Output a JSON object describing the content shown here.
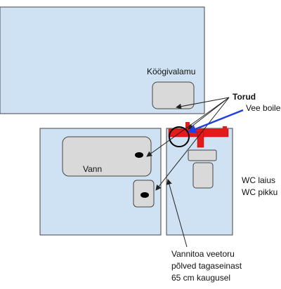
{
  "labels": {
    "kitchen_sink": "Köögivalamu",
    "pipes": "Torud",
    "water_boiler": "Vee boile",
    "bathtub": "Vann",
    "wc_width": "WC laius",
    "wc_length": "WC pikku",
    "note_line1": "Vannitoa veetoru",
    "note_line2": "põlved tagaseinast",
    "note_line3": "65 cm kaugusel"
  },
  "colors": {
    "room_fill": "#cfe2f3",
    "fixture_fill": "#d9d9d9",
    "pipe": "#e31b1b",
    "boiler_arrow": "#1f3fe0",
    "outline": "#444444",
    "text": "#111111"
  }
}
